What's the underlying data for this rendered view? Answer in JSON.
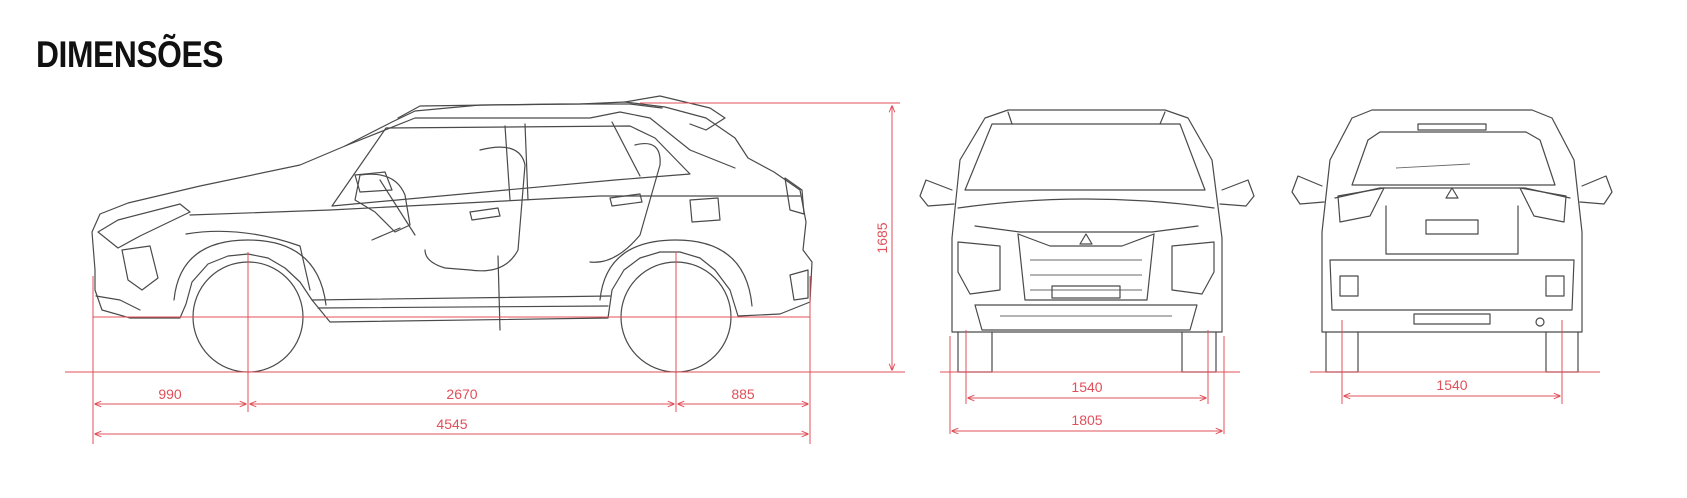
{
  "title": "DIMENSÕES",
  "colors": {
    "dimension": "#e0505a",
    "outline": "#4a4a4a",
    "title": "#111111"
  },
  "side_view": {
    "front_overhang": "990",
    "wheelbase": "2670",
    "rear_overhang": "885",
    "overall_length": "4545",
    "height": "1685"
  },
  "front_view": {
    "track": "1540",
    "overall_width": "1805"
  },
  "rear_view": {
    "track": "1540"
  }
}
